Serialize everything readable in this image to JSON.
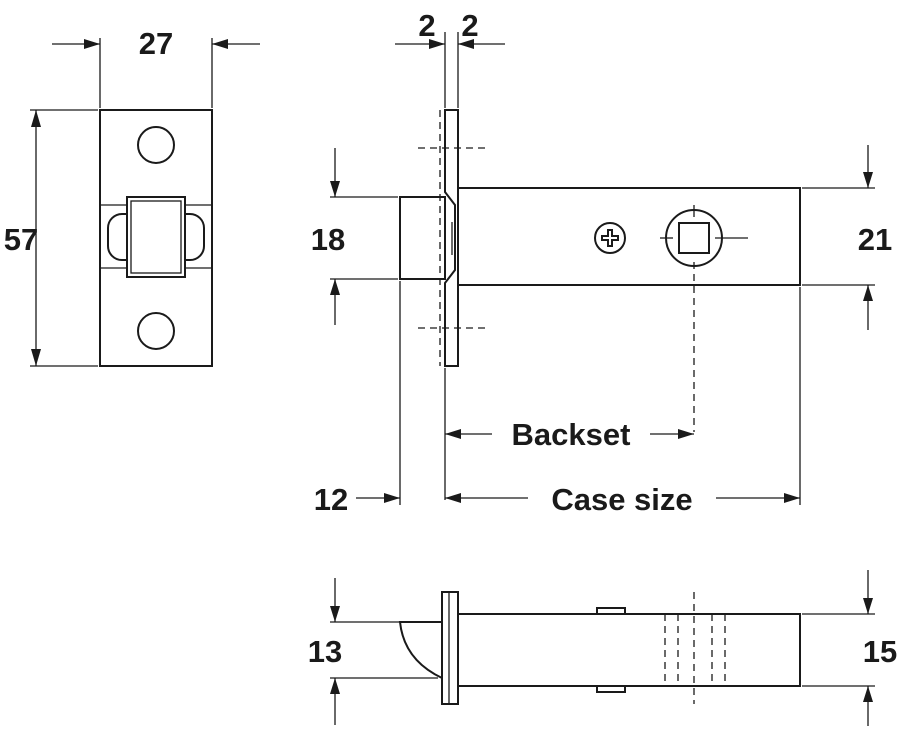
{
  "drawing": {
    "colors": {
      "line": "#1a1a1a",
      "background": "#ffffff"
    },
    "faceplate_front": {
      "width_label": "27",
      "height_label": "57"
    },
    "side_view": {
      "faceplate_offset_left": "2",
      "faceplate_offset_right": "2",
      "latch_height_label": "18",
      "case_height_label": "21",
      "backset_label": "Backset",
      "latch_projection_label": "12",
      "case_size_label": "Case size"
    },
    "top_view": {
      "latch_depth_label": "13",
      "case_depth_label": "15"
    }
  }
}
